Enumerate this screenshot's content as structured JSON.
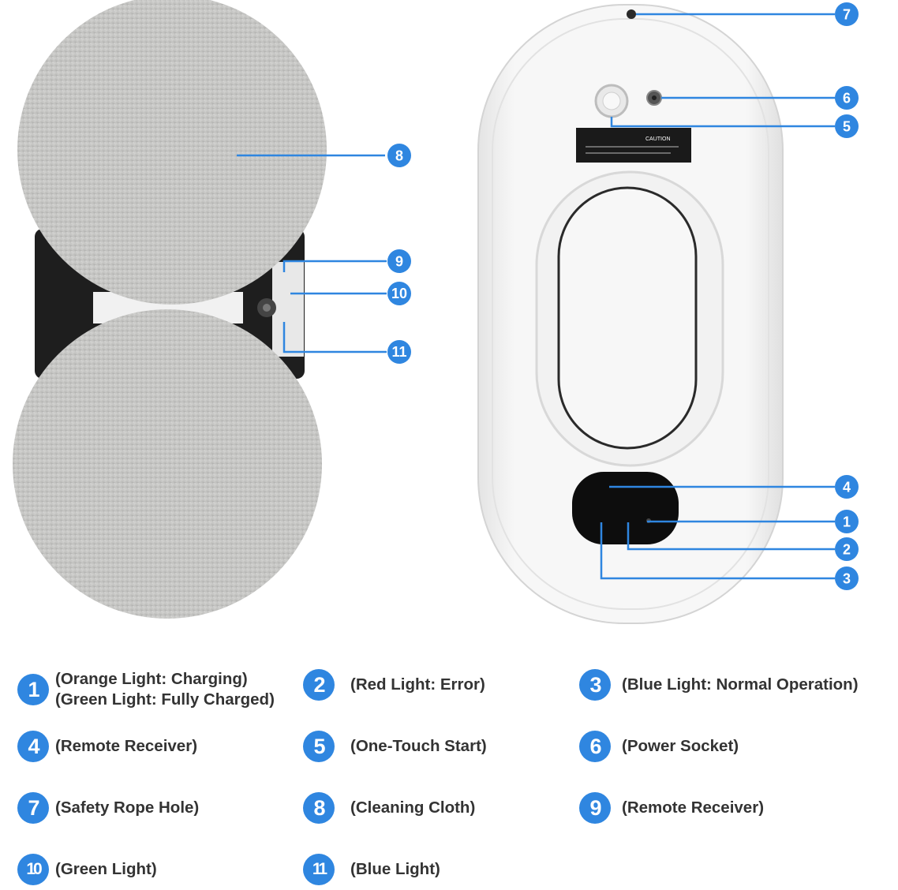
{
  "colors": {
    "accent": "#2f86e0",
    "cloth": "#c9c9c7",
    "body": "#f4f4f4",
    "dark": "#1e1e1e",
    "text": "#333333"
  },
  "callouts": [
    {
      "number": "1",
      "icon": "number-badge"
    },
    {
      "number": "2",
      "icon": "number-badge"
    },
    {
      "number": "3",
      "icon": "number-badge"
    },
    {
      "number": "4",
      "icon": "number-badge"
    },
    {
      "number": "5",
      "icon": "number-badge"
    },
    {
      "number": "6",
      "icon": "number-badge"
    },
    {
      "number": "7",
      "icon": "number-badge"
    },
    {
      "number": "8",
      "icon": "number-badge"
    },
    {
      "number": "9",
      "icon": "number-badge"
    },
    {
      "number": "10",
      "icon": "number-badge"
    },
    {
      "number": "11",
      "icon": "number-badge"
    }
  ],
  "legend": [
    {
      "number": "1",
      "lines": [
        "(Orange Light: Charging)",
        "(Green Light: Fully Charged)"
      ]
    },
    {
      "number": "2",
      "lines": [
        "(Red Light: Error)"
      ]
    },
    {
      "number": "3",
      "lines": [
        "(Blue Light: Normal Operation)"
      ]
    },
    {
      "number": "4",
      "lines": [
        "(Remote Receiver)"
      ]
    },
    {
      "number": "5",
      "lines": [
        "(One-Touch Start)"
      ]
    },
    {
      "number": "6",
      "lines": [
        "(Power Socket)"
      ]
    },
    {
      "number": "7",
      "lines": [
        "(Safety Rope Hole)"
      ]
    },
    {
      "number": "8",
      "lines": [
        "(Cleaning Cloth)"
      ]
    },
    {
      "number": "9",
      "lines": [
        "(Remote Receiver)"
      ]
    },
    {
      "number": "10",
      "lines": [
        "(Green Light)"
      ]
    },
    {
      "number": "11",
      "lines": [
        "(Blue Light)"
      ]
    }
  ],
  "caution_label": "CAUTION"
}
